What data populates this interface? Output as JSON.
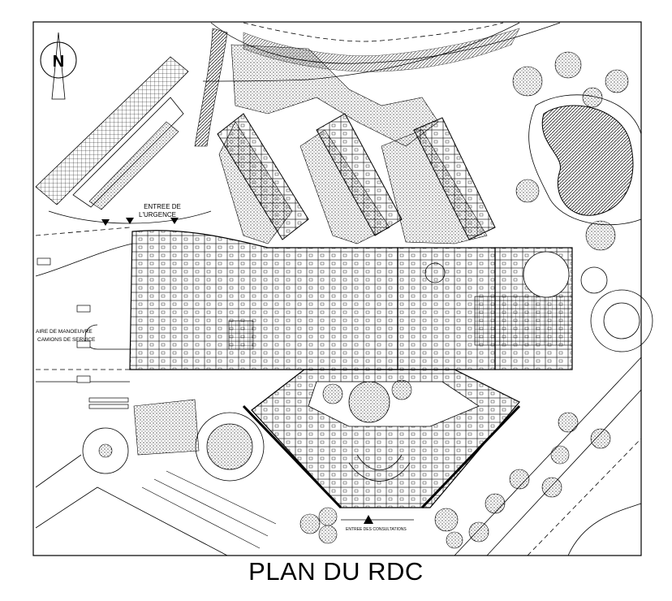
{
  "title": "PLAN DU RDC",
  "labels": {
    "emergency_entrance_line1": "ENTREE DE",
    "emergency_entrance_line2": "L'URGENCE",
    "service_area_line1": "AIRE DE MANOEUVRE",
    "service_area_line2": "CAMIONS DE SERVICE",
    "consultation_entrance": "ENTREE DES CONSULTATIONS"
  },
  "north_arrow_letter": "N",
  "colors": {
    "ink": "#000000",
    "paper": "#ffffff"
  },
  "icons": [
    "north-arrow-icon"
  ]
}
